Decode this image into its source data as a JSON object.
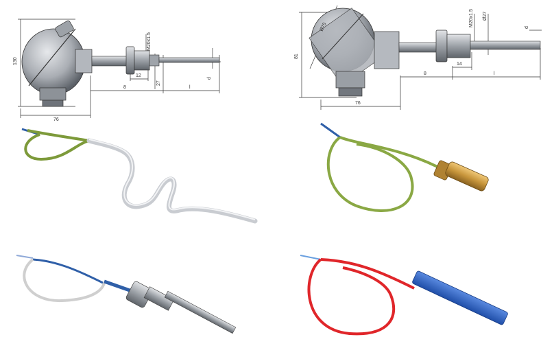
{
  "drawings": {
    "left": {
      "height": "130",
      "thread": "M20x1.5",
      "hex": "27",
      "wrench": "12",
      "shank": "8",
      "length": "l",
      "diameter": "d",
      "width": "76"
    },
    "right": {
      "height": "81",
      "head": "Ø75",
      "thread": "M20x1.5",
      "hex": "Ø27",
      "diameter": "d",
      "shank": "8",
      "nut": "14",
      "length": "l",
      "width": "76"
    }
  },
  "products": [
    {
      "name": "flexible-cable-probe",
      "cable_color": "#7d9a3a"
    },
    {
      "name": "brass-sleeve-probe",
      "cable_color": "#8aa844",
      "sleeve_color": "#c8963c"
    },
    {
      "name": "threaded-fitting-probe",
      "cable_color": "#cfcfcf",
      "lead_color": "#2f5fa8"
    },
    {
      "name": "flat-blade-probe",
      "cable_color": "#e0262a",
      "blade_color": "#2f64c4"
    }
  ],
  "colors": {
    "steel": "#b8bcc2",
    "steel_dark": "#7b8087",
    "line": "#222222"
  }
}
